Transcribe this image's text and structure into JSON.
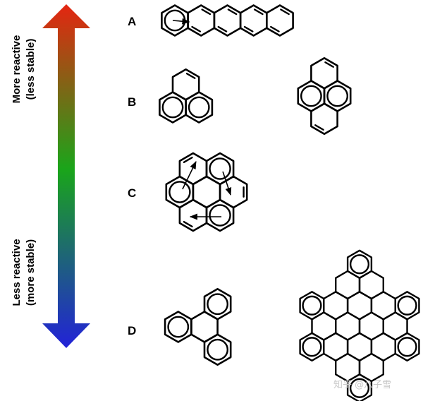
{
  "axis": {
    "top_label_line1": "More reactive",
    "top_label_line2": "(less stable)",
    "bottom_label_line1": "Less reactive",
    "bottom_label_line2": "(more stable)",
    "gradient_colors": [
      "#e52511",
      "#1aa51a",
      "#2222d8"
    ]
  },
  "rows": {
    "a": "A",
    "b": "B",
    "c": "C",
    "d": "D"
  },
  "watermark": "知乎 @八子雪"
}
